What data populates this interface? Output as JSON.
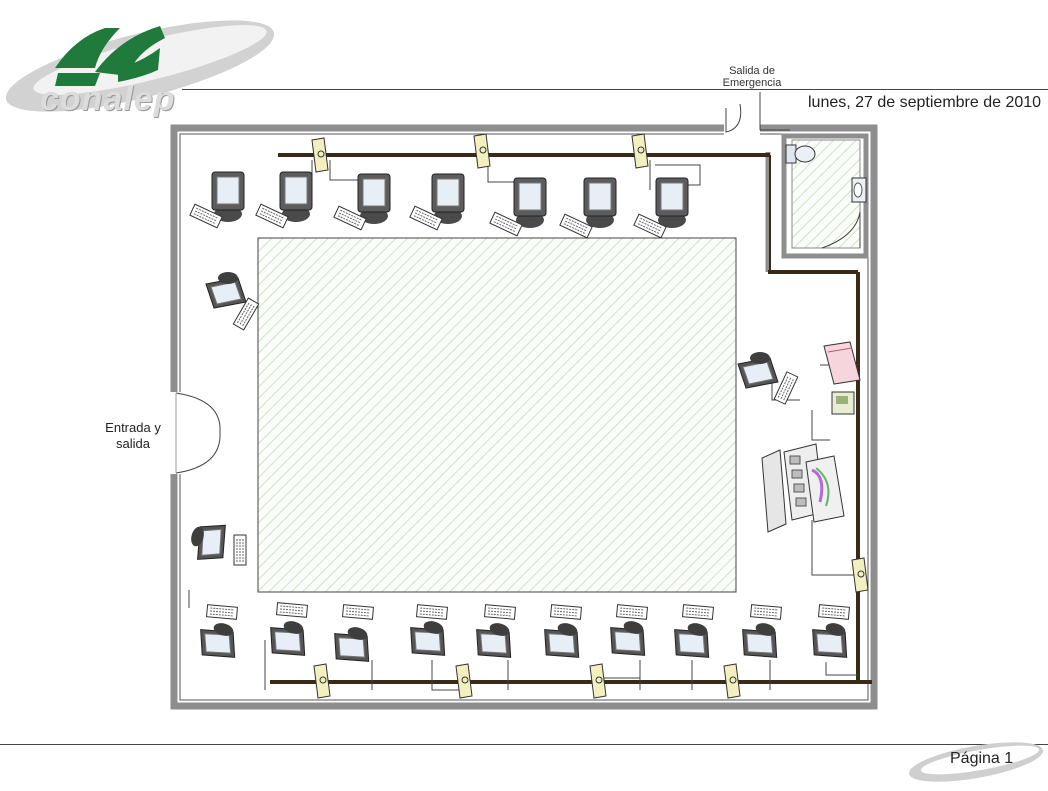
{
  "header": {
    "logo_text": "conalep",
    "date": "lunes, 27 de septiembre de 2010"
  },
  "plan": {
    "emergency_exit_label": "Salida de\nEmergencia",
    "entrance_label": "Entrada y\nsalida"
  },
  "footer": {
    "page_label": "Página 1"
  },
  "colors": {
    "logo_green": "#1f7a3c",
    "logo_grey": "#c8c8c8",
    "wall": "#8e8e8e",
    "cable": "#3a2a1a",
    "hatch": "#cfe3c7",
    "wall_jack": "#f3f0c0"
  },
  "icons": [
    "monitor-icon",
    "keyboard-icon",
    "wall-jack-icon",
    "sink-icon",
    "toilet-icon",
    "server-rack-icon",
    "telephone-icon",
    "router-icon"
  ]
}
